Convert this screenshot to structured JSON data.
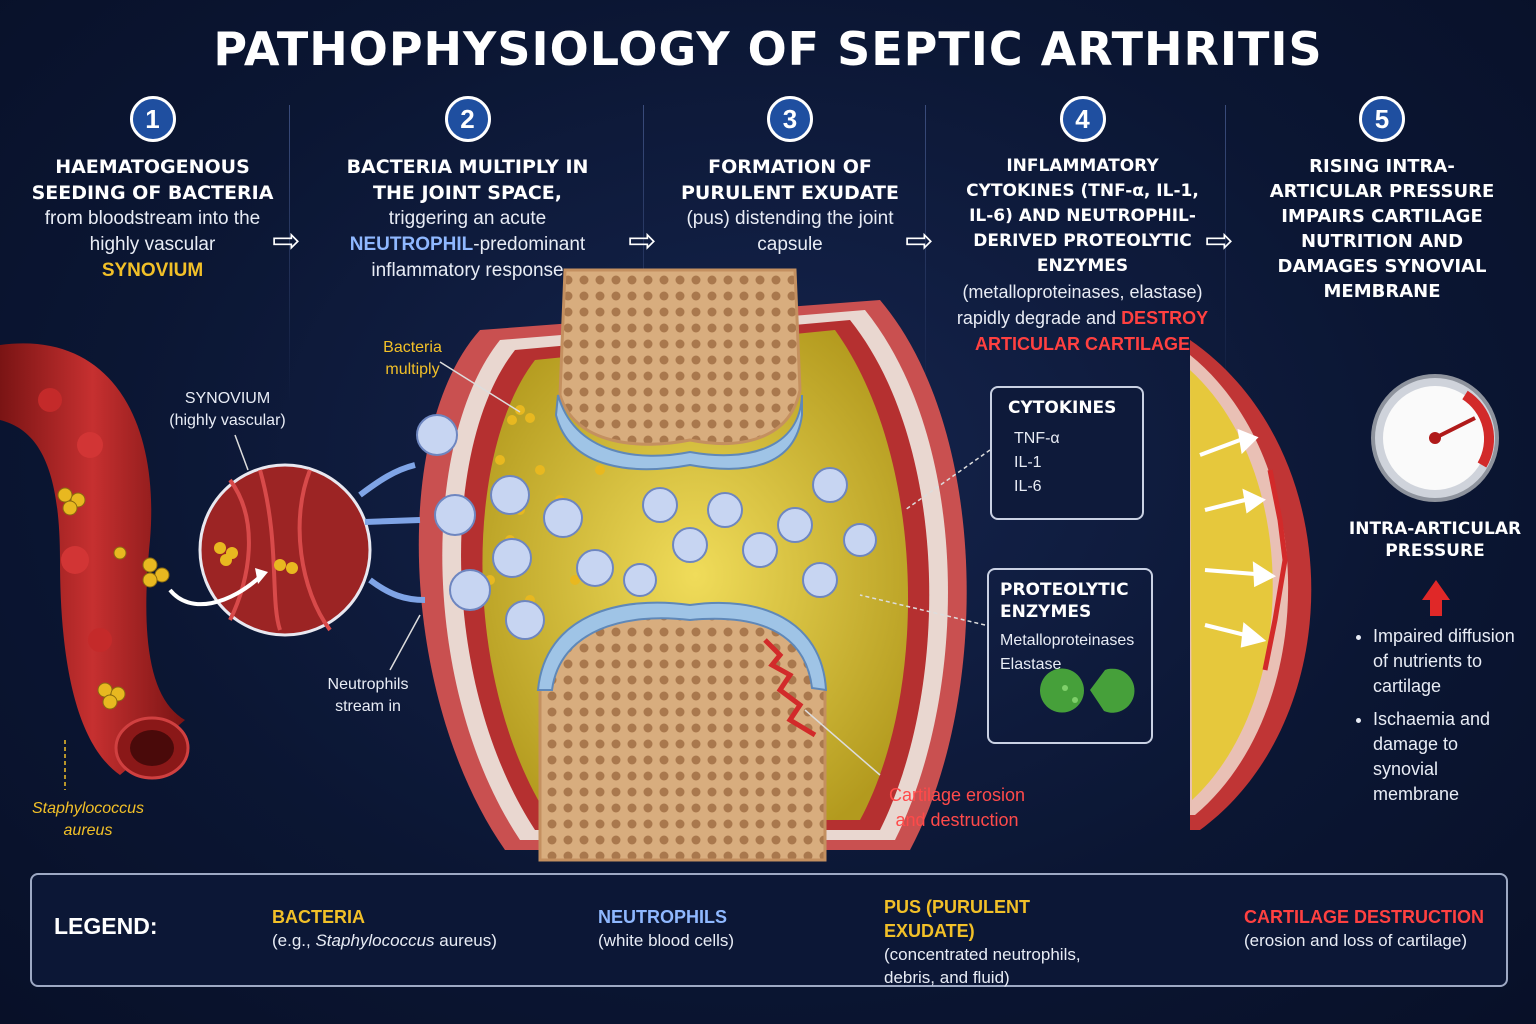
{
  "title": "PATHOPHYSIOLOGY OF SEPTIC ARTHRITIS",
  "steps": [
    {
      "num": "1",
      "head": "HAEMATOGENOUS SEEDING OF BACTERIA",
      "body": "from bloodstream into the highly vascular",
      "highlight": "SYNOVIUM"
    },
    {
      "num": "2",
      "head": "BACTERIA MULTIPLY IN THE JOINT SPACE,",
      "body_pre": "triggering an acute",
      "highlight": "NEUTROPHIL",
      "body_post": "-predominant inflammatory response"
    },
    {
      "num": "3",
      "head": "FORMATION OF PURULENT EXUDATE",
      "body": "(pus) distending the joint capsule"
    },
    {
      "num": "4",
      "head": "INFLAMMATORY CYTOKINES (TNF-α, IL-1, IL-6) AND NEUTROPHIL-DERIVED PROTEOLYTIC ENZYMES",
      "body_pre": "(metalloproteinases, elastase) rapidly degrade and",
      "highlight": "DESTROY ARTICULAR CARTILAGE"
    },
    {
      "num": "5",
      "head": "RISING INTRA-ARTICULAR PRESSURE IMPAIRS CARTILAGE NUTRITION AND DAMAGES SYNOVIAL MEMBRANE"
    }
  ],
  "labels": {
    "synovium": "SYNOVIUM",
    "synovium_sub": "(highly vascular)",
    "bacteria_multiply_1": "Bacteria",
    "bacteria_multiply_2": "multiply",
    "neutrophils_stream_1": "Neutrophils",
    "neutrophils_stream_2": "stream in",
    "staph_1": "Staphylococcus",
    "staph_2": "aureus",
    "erosion_1": "Cartilage erosion",
    "erosion_2": "and destruction"
  },
  "cytokines": {
    "title": "CYTOKINES",
    "items": [
      "TNF-α",
      "IL-1",
      "IL-6"
    ]
  },
  "enzymes": {
    "title_1": "PROTEOLYTIC",
    "title_2": "ENZYMES",
    "items": [
      "Metalloproteinases",
      "Elastase"
    ]
  },
  "pressure": {
    "title_1": "INTRA-ARTICULAR",
    "title_2": "PRESSURE",
    "bullets": [
      "Impaired diffusion of nutrients to cartilage",
      "Ischaemia and damage to synovial membrane"
    ]
  },
  "legend": {
    "label": "LEGEND:",
    "items": [
      {
        "title": "BACTERIA",
        "sub_pre": "(e.g., ",
        "sub_em": "Staphylococcus",
        "sub_post": " aureus)",
        "color": "#f2c028"
      },
      {
        "title": "NEUTROPHILS",
        "sub": "(white blood cells)",
        "color": "#8fb8ff"
      },
      {
        "title": "PUS (PURULENT EXUDATE)",
        "sub": "(concentrated neutrophils, debris, and fluid)",
        "color": "#f2c028"
      },
      {
        "title": "CARTILAGE DESTRUCTION",
        "sub": "(erosion and loss of cartilage)",
        "color": "#ff4040"
      }
    ]
  },
  "colors": {
    "bacteria": "#e0b020",
    "neutrophil": "#b9c9ee",
    "pus": "#d9c03a",
    "cartilage_damage": "#d22a2a",
    "vessel": "#b32323",
    "bone": "#d9b184"
  }
}
